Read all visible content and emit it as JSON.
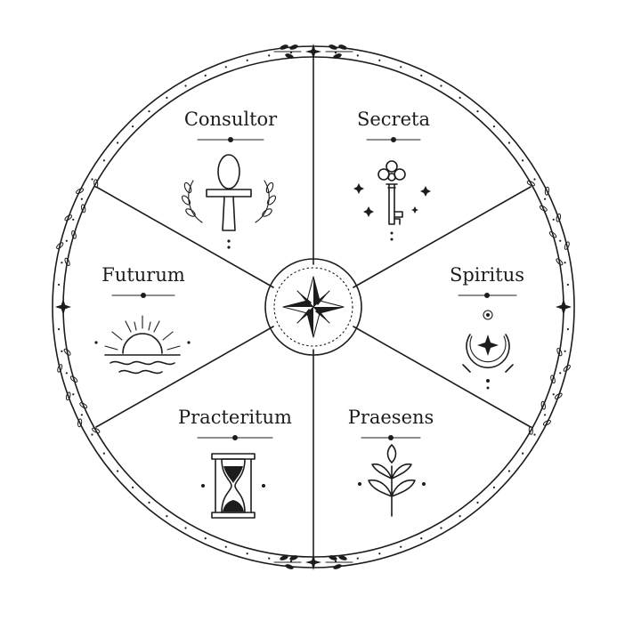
{
  "wheel": {
    "center_label": "",
    "segments": [
      {
        "id": "consultor",
        "label": "Consultor",
        "icon": "ankh-icon"
      },
      {
        "id": "secreta",
        "label": "Secreta",
        "icon": "key-icon"
      },
      {
        "id": "spiritus",
        "label": "Spiritus",
        "icon": "crescent-star-icon"
      },
      {
        "id": "praesens",
        "label": "Praesens",
        "icon": "sprout-icon"
      },
      {
        "id": "practeritum",
        "label": "Practeritum",
        "icon": "hourglass-icon"
      },
      {
        "id": "futurum",
        "label": "Futurum",
        "icon": "sunrise-icon"
      }
    ],
    "center_icon": "compass-star-icon"
  },
  "colors": {
    "ink": "#1c1c1c",
    "background": "#ffffff"
  }
}
